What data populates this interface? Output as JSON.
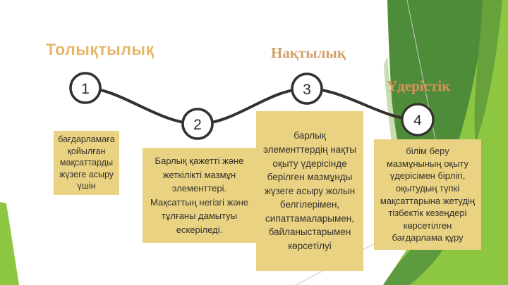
{
  "slide": {
    "headings": [
      {
        "id": "tolyqtylyq",
        "text": "Толықтылық",
        "color": "#E8B669"
      },
      {
        "id": "naqtylyq",
        "text": "Нақтылық",
        "color": "#D2A069"
      },
      {
        "id": "uderistik",
        "text": "Үдерістік",
        "color": "#CB9659"
      }
    ],
    "steps": [
      {
        "number": "1",
        "description": "бағдарламаға қойылған мақсаттарды жүзеге асыру үшін"
      },
      {
        "number": "2",
        "description": "Барлық қажетті және жеткілікті мазмұн элементтері. Мақсаттың негізгі және тұлғаны дамытуы ескеріледі."
      },
      {
        "number": "3",
        "description": "барлық элементтердің нақты оқыту үдерісінде берілген мазмұнды жүзеге асыру жолын белгілерімен, сипаттамаларымен, байланыстарымен көрсетілуі"
      },
      {
        "number": "4",
        "description": "білім беру мазмұнының оқыту үдерісімен бірлігі, оқытудың түпкі мақсаттарына жетудің тізбектік кезеңдері көрсетілген бағдарлама құру"
      }
    ],
    "colors": {
      "background": "#FFFFFF",
      "box_background": "#E9D282",
      "box_text": "#34312C",
      "connector": "#35312E",
      "circle_fill": "#FFFFFF",
      "green_dark": "#4F8C3A",
      "green_mid": "#66A13C",
      "green_bright": "#8DC640",
      "green_leaf": "#5E9A3F",
      "green_pale": "#CBDDB3",
      "accent_line": "#C8C8C2"
    }
  }
}
